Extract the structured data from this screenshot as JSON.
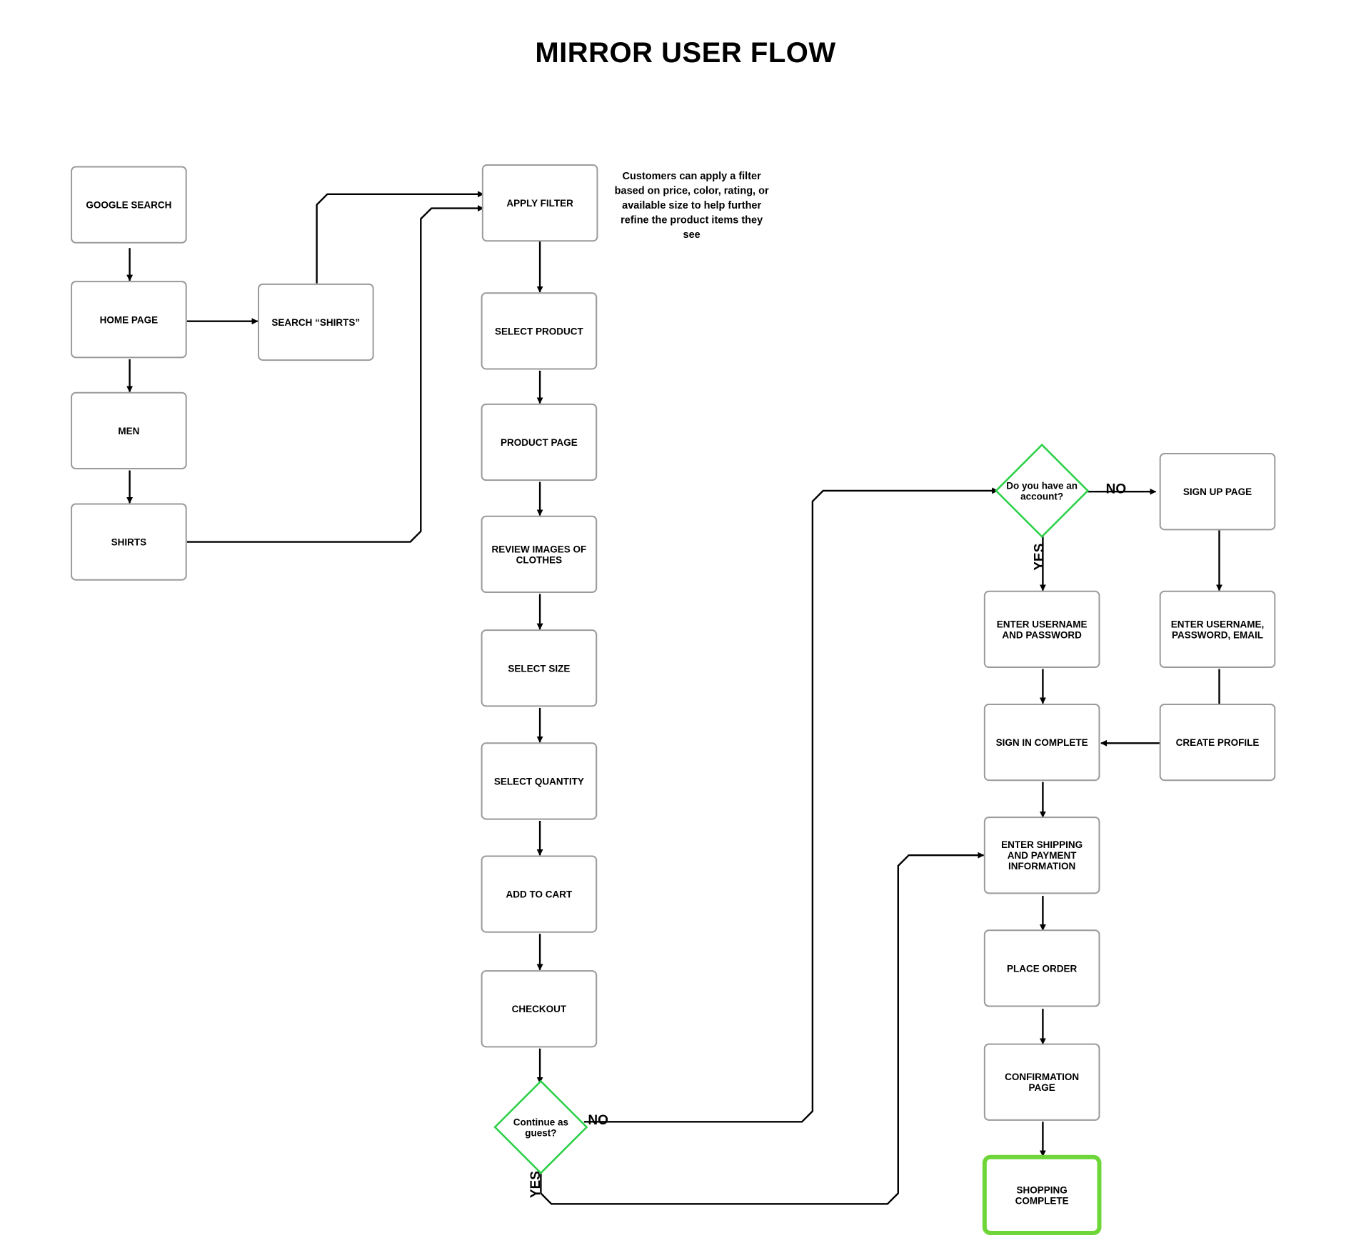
{
  "title": "MIRROR USER FLOW",
  "colors": {
    "node_border": "#9a9a9a",
    "decision_border": "#2fd04a",
    "terminal_border": "#6fd63a",
    "edge": "#000000"
  },
  "nodes": [
    {
      "id": "google-search",
      "label": "GOOGLE SEARCH",
      "shape": "rect"
    },
    {
      "id": "home-page",
      "label": "HOME PAGE",
      "shape": "rect"
    },
    {
      "id": "search-shirts",
      "label": "SEARCH “SHIRTS”",
      "shape": "rect"
    },
    {
      "id": "men",
      "label": "MEN",
      "shape": "rect"
    },
    {
      "id": "shirts",
      "label": "SHIRTS",
      "shape": "rect"
    },
    {
      "id": "apply-filter",
      "label": "APPLY FILTER",
      "shape": "rect"
    },
    {
      "id": "select-product",
      "label": "SELECT PRODUCT",
      "shape": "rect"
    },
    {
      "id": "product-page",
      "label": "PRODUCT PAGE",
      "shape": "rect"
    },
    {
      "id": "review-images",
      "label": "REVIEW IMAGES OF\nCLOTHES",
      "shape": "rect"
    },
    {
      "id": "select-size",
      "label": "SELECT SIZE",
      "shape": "rect"
    },
    {
      "id": "select-quantity",
      "label": "SELECT QUANTITY",
      "shape": "rect"
    },
    {
      "id": "add-to-cart",
      "label": "ADD TO CART",
      "shape": "rect"
    },
    {
      "id": "checkout",
      "label": "CHECKOUT",
      "shape": "rect"
    },
    {
      "id": "continue-guest",
      "label": "Continue as\nguest?",
      "shape": "diamond"
    },
    {
      "id": "have-account",
      "label": "Do you have an\naccount?",
      "shape": "diamond"
    },
    {
      "id": "sign-up-page",
      "label": "SIGN UP PAGE",
      "shape": "rect"
    },
    {
      "id": "enter-username-password",
      "label": "ENTER USERNAME\nAND PASSWORD",
      "shape": "rect"
    },
    {
      "id": "enter-username-password-email",
      "label": "ENTER USERNAME,\nPASSWORD, EMAIL",
      "shape": "rect"
    },
    {
      "id": "sign-in-complete",
      "label": "SIGN IN COMPLETE",
      "shape": "rect"
    },
    {
      "id": "create-profile",
      "label": "CREATE PROFILE",
      "shape": "rect"
    },
    {
      "id": "enter-shipping",
      "label": "ENTER SHIPPING\nAND PAYMENT\nINFORMATION",
      "shape": "rect"
    },
    {
      "id": "place-order",
      "label": "PLACE ORDER",
      "shape": "rect"
    },
    {
      "id": "confirmation-page",
      "label": "CONFIRMATION\nPAGE",
      "shape": "rect"
    },
    {
      "id": "shopping-complete",
      "label": "SHOPPING\nCOMPLETE",
      "shape": "terminal"
    }
  ],
  "edges": [
    {
      "from": "google-search",
      "to": "home-page",
      "label": ""
    },
    {
      "from": "home-page",
      "to": "search-shirts",
      "label": ""
    },
    {
      "from": "home-page",
      "to": "men",
      "label": ""
    },
    {
      "from": "men",
      "to": "shirts",
      "label": ""
    },
    {
      "from": "search-shirts",
      "to": "apply-filter",
      "label": ""
    },
    {
      "from": "shirts",
      "to": "apply-filter",
      "label": ""
    },
    {
      "from": "apply-filter",
      "to": "select-product",
      "label": ""
    },
    {
      "from": "select-product",
      "to": "product-page",
      "label": ""
    },
    {
      "from": "product-page",
      "to": "review-images",
      "label": ""
    },
    {
      "from": "review-images",
      "to": "select-size",
      "label": ""
    },
    {
      "from": "select-size",
      "to": "select-quantity",
      "label": ""
    },
    {
      "from": "select-quantity",
      "to": "add-to-cart",
      "label": ""
    },
    {
      "from": "add-to-cart",
      "to": "checkout",
      "label": ""
    },
    {
      "from": "checkout",
      "to": "continue-guest",
      "label": ""
    },
    {
      "from": "continue-guest",
      "to": "have-account",
      "label": "NO"
    },
    {
      "from": "continue-guest",
      "to": "enter-shipping",
      "label": "YES"
    },
    {
      "from": "have-account",
      "to": "sign-up-page",
      "label": "NO"
    },
    {
      "from": "have-account",
      "to": "enter-username-password",
      "label": "YES"
    },
    {
      "from": "sign-up-page",
      "to": "enter-username-password-email",
      "label": ""
    },
    {
      "from": "enter-username-password-email",
      "to": "create-profile",
      "label": ""
    },
    {
      "from": "create-profile",
      "to": "sign-in-complete",
      "label": ""
    },
    {
      "from": "enter-username-password",
      "to": "sign-in-complete",
      "label": ""
    },
    {
      "from": "sign-in-complete",
      "to": "enter-shipping",
      "label": ""
    },
    {
      "from": "enter-shipping",
      "to": "place-order",
      "label": ""
    },
    {
      "from": "place-order",
      "to": "confirmation-page",
      "label": ""
    },
    {
      "from": "confirmation-page",
      "to": "shopping-complete",
      "label": ""
    }
  ],
  "annotations": [
    {
      "id": "filter-note",
      "text": "Customers can apply a filter\nbased on price, color, rating, or\navailable size to help further\nrefine the product items they\nsee"
    }
  ]
}
